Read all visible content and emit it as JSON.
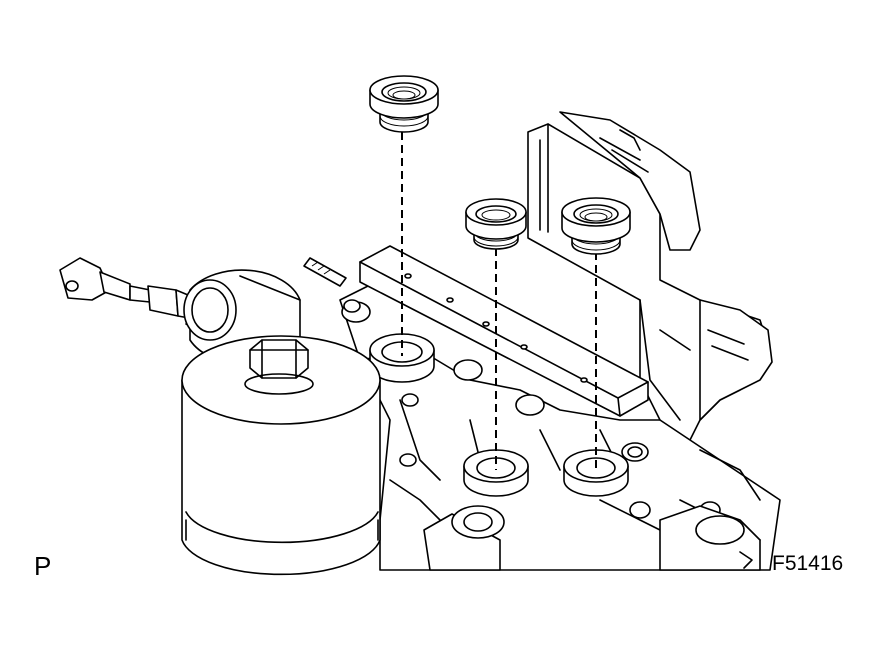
{
  "figure": {
    "view_label": "P",
    "figure_code": "F51416"
  },
  "parts": {
    "plugs": [
      "plug-left",
      "plug-middle",
      "plug-right"
    ]
  }
}
